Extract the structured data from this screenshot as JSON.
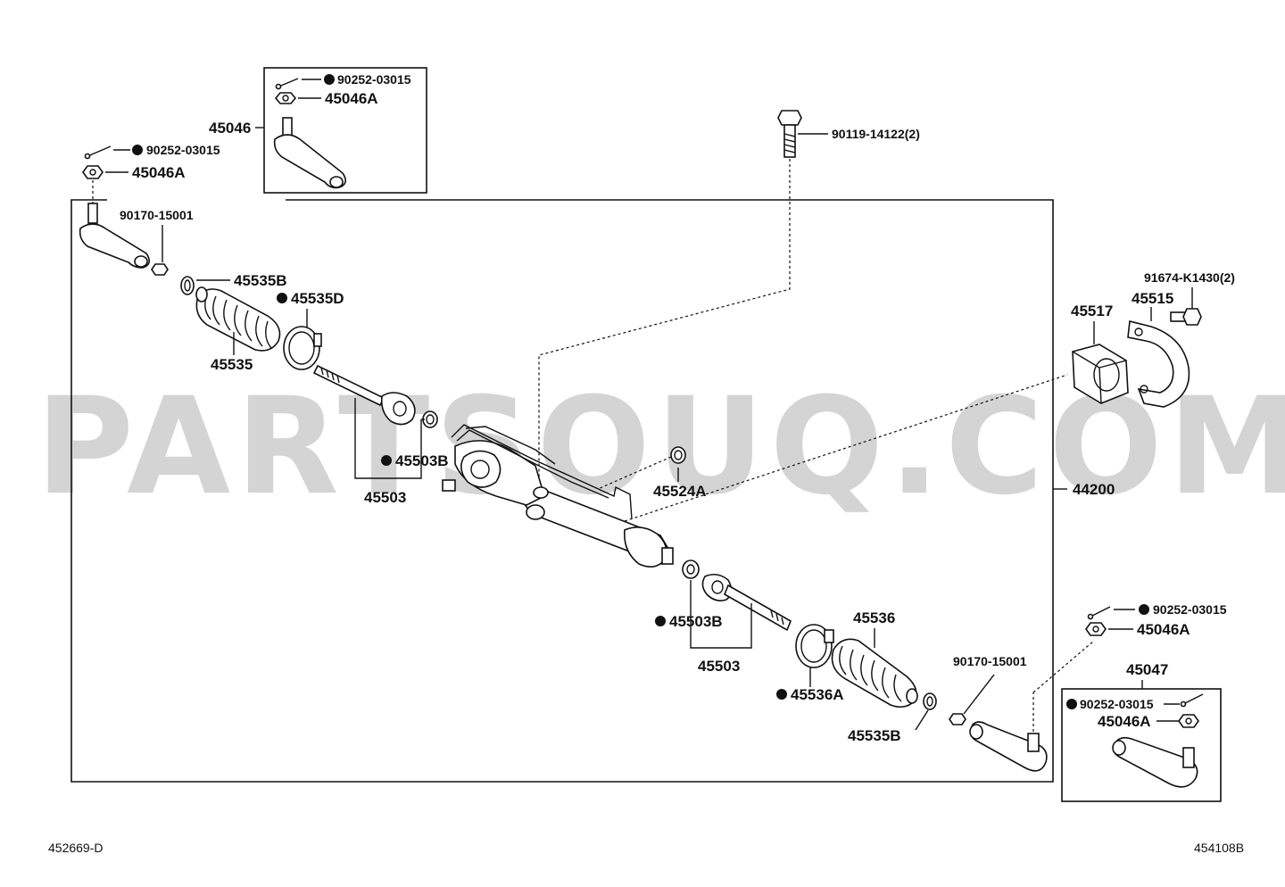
{
  "watermark": "PARTSOUQ.COM",
  "bottom_left_code": "452669-D",
  "bottom_right_code": "454108B",
  "labels": {
    "p45046": "45046",
    "p90252_box_left": "90252-03015",
    "p45046A_box_left": "45046A",
    "p90252_left": "90252-03015",
    "p45046A_left": "45046A",
    "p90170_left": "90170-15001",
    "p45535B_top": "45535B",
    "p45535D": "45535D",
    "p45535": "45535",
    "p45503B_top": "45503B",
    "p45503_top": "45503",
    "p90119": "90119-14122(2)",
    "p45524A": "45524A",
    "p44200": "44200",
    "p91674": "91674-K1430(2)",
    "p45515": "45515",
    "p45517": "45517",
    "p45503B_bottom": "45503B",
    "p45503_bottom": "45503",
    "p45536": "45536",
    "p45536A": "45536A",
    "p45535B_bottom": "45535B",
    "p90170_right": "90170-15001",
    "p90252_right": "90252-03015",
    "p45046A_right": "45046A",
    "p45047": "45047",
    "p90252_box_right": "90252-03015",
    "p45046A_box_right": "45046A"
  }
}
